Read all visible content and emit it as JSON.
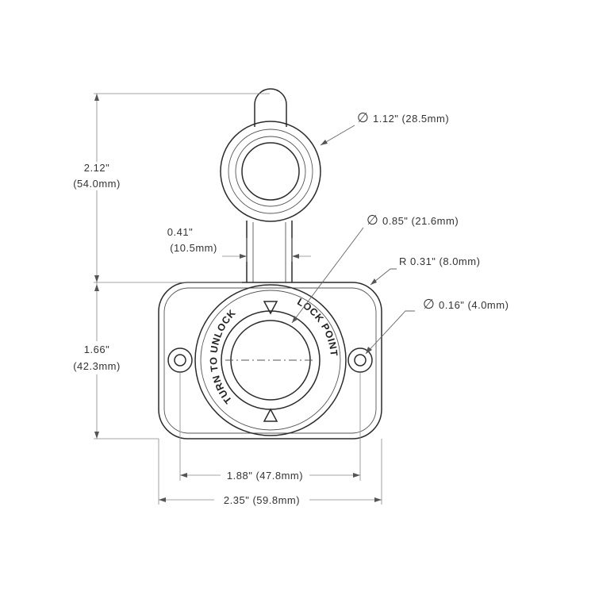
{
  "dimensions": {
    "total_height": {
      "inch": "2.12\"",
      "mm": "(54.0mm)"
    },
    "body_height": {
      "inch": "1.66\"",
      "mm": "(42.3mm)"
    },
    "stem_width": {
      "inch": "0.41\"",
      "mm": "(10.5mm)"
    },
    "hole_spacing": {
      "text": "1.88\" (47.8mm)"
    },
    "total_width": {
      "text": "2.35\" (59.8mm)"
    },
    "cap_diameter": {
      "symbol": "∅",
      "text": "1.12\" (28.5mm)"
    },
    "socket_diameter": {
      "symbol": "∅",
      "text": "0.85\" (21.6mm)"
    },
    "corner_radius": {
      "text": "R 0.31\" (8.0mm)"
    },
    "hole_diameter": {
      "symbol": "∅",
      "text": "0.16\" (4.0mm)"
    }
  },
  "ring_labels": {
    "unlock": "TURN TO UNLOCK",
    "lock": "LOCK POINT"
  },
  "colors": {
    "outline": "#2b2b2b",
    "dimension_line": "#888888",
    "text": "#333333"
  }
}
